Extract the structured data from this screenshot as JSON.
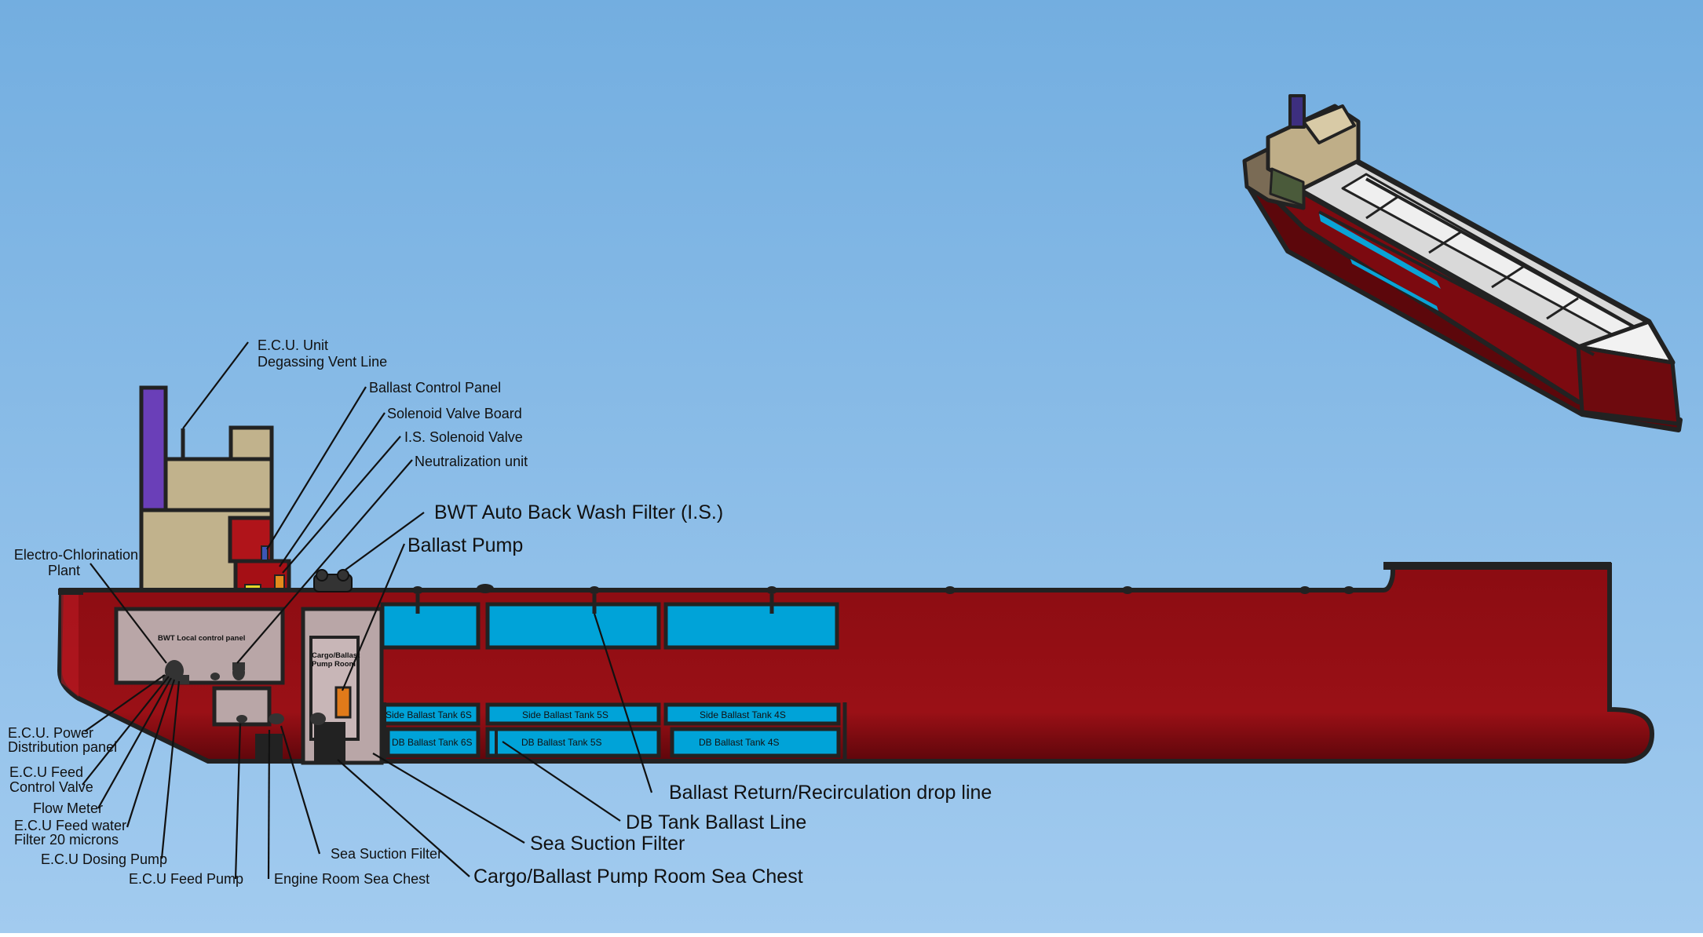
{
  "colors": {
    "sky_top": "#73aee0",
    "sky_bottom": "#9fc9ee",
    "hull": "#8e0e13",
    "hull_dark": "#5a060a",
    "tank_water": "#00a3d8",
    "superstructure": "#c1b28c",
    "funnel": "#6a3fb8",
    "room": "#b9a6a7",
    "outline": "#222222"
  },
  "labels": {
    "ecu_vent_1": "E.C.U. Unit",
    "ecu_vent_2": "Degassing Vent Line",
    "ballast_control_panel": "Ballast Control Panel",
    "solenoid_valve_board": "Solenoid Valve Board",
    "is_solenoid_valve": "I.S. Solenoid Valve",
    "neutralization_unit": "Neutralization unit",
    "bwt_filter": "BWT Auto Back Wash Filter (I.S.)",
    "ballast_pump": "Ballast Pump",
    "electro_chlorination_1": "Electro-Chlorination",
    "electro_chlorination_2": "Plant",
    "ecu_power_1": "E.C.U. Power",
    "ecu_power_2": "Distribution panel",
    "ecu_feed_control_1": "E.C.U Feed",
    "ecu_feed_control_2": "Control Valve",
    "flow_meter": "Flow Meter",
    "ecu_feed_water_filter_1": "E.C.U Feed water",
    "ecu_feed_water_filter_2": "Filter 20 microns",
    "ecu_dosing_pump": "E.C.U Dosing Pump",
    "ecu_feed_pump": "E.C.U Feed Pump",
    "engine_room_sea_chest": "Engine Room Sea Chest",
    "sea_suction_filter_small": "Sea Suction Filter",
    "sea_suction_filter": "Sea Suction Filter",
    "cargo_ballast_sea_chest": "Cargo/Ballast Pump Room Sea Chest",
    "db_tank_ballast_line": "DB Tank Ballast Line",
    "ballast_return_line": "Ballast Return/Recirculation drop line",
    "bwt_local_panel": "BWT Local control panel",
    "pump_room_1": "Cargo/Ballast",
    "pump_room_2": "Pump Room"
  },
  "tanks": {
    "side": [
      "Side Ballast Tank 6S",
      "Side Ballast Tank 5S",
      "Side Ballast Tank 4S"
    ],
    "db": [
      "DB Ballast Tank 6S",
      "DB Ballast Tank 5S",
      "DB Ballast Tank 4S"
    ]
  }
}
